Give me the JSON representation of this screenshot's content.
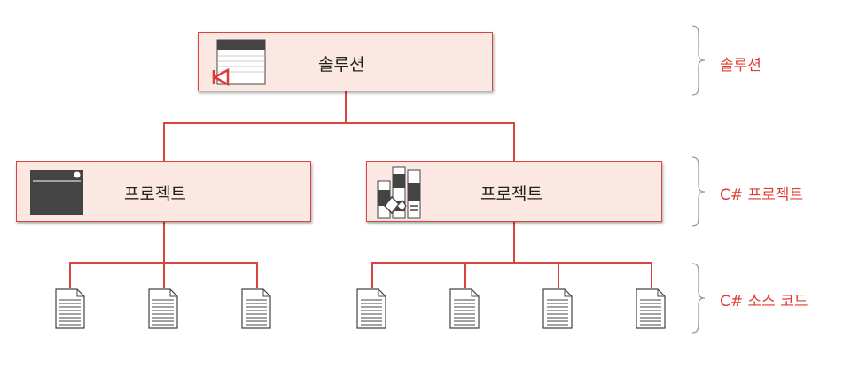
{
  "colors": {
    "accent": "#d9443f",
    "box_fill": "#fbe8e2",
    "label_red": "#e03a32",
    "icon_dark": "#444444"
  },
  "solution": {
    "label": "솔루션",
    "icon": "solution-icon"
  },
  "projects": [
    {
      "label": "프로젝트",
      "icon": "console-window-icon"
    },
    {
      "label": "프로젝트",
      "icon": "toolbox-icon"
    }
  ],
  "legend": {
    "solution": "솔루션",
    "project": "C# 프로젝트",
    "source": "C# 소스 코드"
  },
  "source_files": {
    "left_count": 3,
    "right_count": 4,
    "icon": "document-icon"
  }
}
